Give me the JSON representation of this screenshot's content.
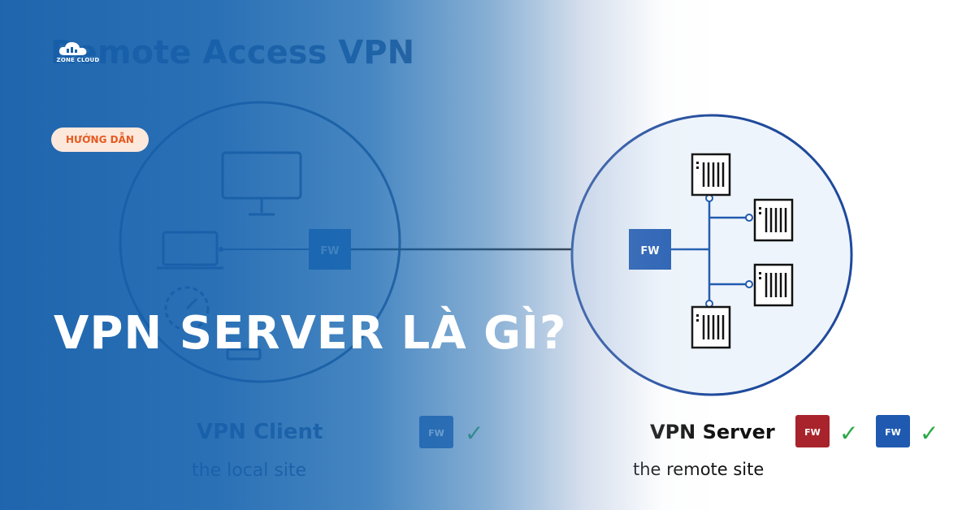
{
  "brand": {
    "logo_text": "ZONE CLOUD"
  },
  "badge": {
    "label": "HƯỚNG DẪN"
  },
  "headline": {
    "text": "VPN SERVER LÀ GÌ?"
  },
  "diagram": {
    "title": "Remote Access VPN",
    "fw_label": "FW",
    "client_label": "VPN Client",
    "client_sublabel": "the local site",
    "server_label": "VPN Server",
    "server_sublabel": "the remote site",
    "check_symbol": "✓",
    "colors": {
      "navy": "#1f3a6e",
      "blue": "#1f5ab0",
      "red": "#a8232b",
      "green": "#29a745"
    }
  }
}
